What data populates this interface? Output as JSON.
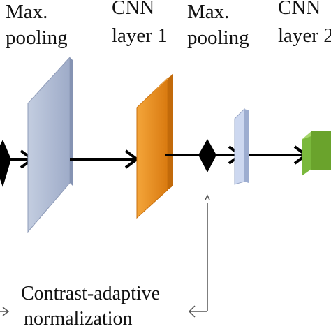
{
  "labels": {
    "max_pooling_1": [
      "Max.",
      "pooling"
    ],
    "cnn_layer_1": [
      "CNN",
      "layer 1"
    ],
    "max_pooling_2": [
      "Max.",
      "pooling"
    ],
    "cnn_layer_2": [
      "CNN",
      "layer 2"
    ],
    "normalization": [
      "Contrast-adaptive",
      "normalization"
    ]
  },
  "colors": {
    "pool_plane_1": "#a9b6d0",
    "cnn_plane_1": "#e8891d",
    "pool_plane_2": "#cdd8f0",
    "cnn_plane_2": "#7ab83c",
    "arrow": "#000000",
    "bracket": "#555555"
  }
}
